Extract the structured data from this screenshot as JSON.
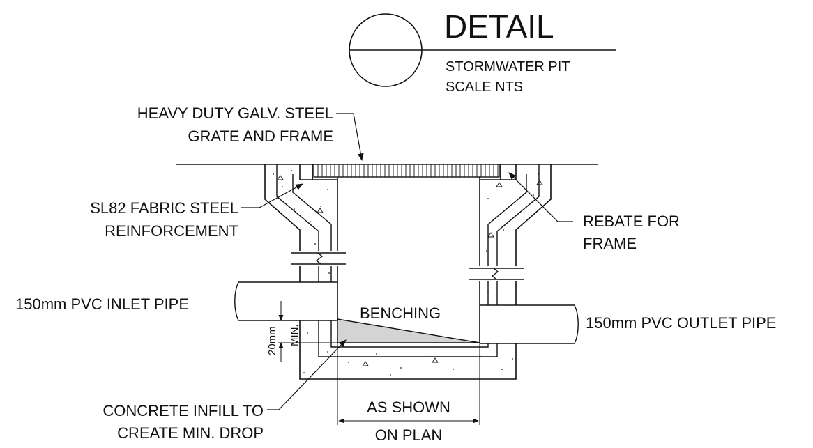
{
  "title_block": {
    "title": "DETAIL",
    "line1": "STORMWATER PIT",
    "line2": "SCALE NTS"
  },
  "callouts": {
    "grate_1": "HEAVY DUTY GALV. STEEL",
    "grate_2": "GRATE AND FRAME",
    "reinf_1": "SL82 FABRIC STEEL",
    "reinf_2": "REINFORCEMENT",
    "rebate_1": "REBATE FOR",
    "rebate_2": "FRAME",
    "inlet": "150mm PVC INLET PIPE",
    "outlet": "150mm PVC OUTLET PIPE",
    "benching": "BENCHING",
    "infill_1": "CONCRETE INFILL TO",
    "infill_2": "CREATE MIN. DROP",
    "plan_1": "AS SHOWN",
    "plan_2": "ON PLAN",
    "dim_value": "20mm",
    "dim_note": "MIN."
  },
  "colors": {
    "line": "#111111",
    "benching_fill": "#d4d4d4",
    "background": "#ffffff"
  }
}
